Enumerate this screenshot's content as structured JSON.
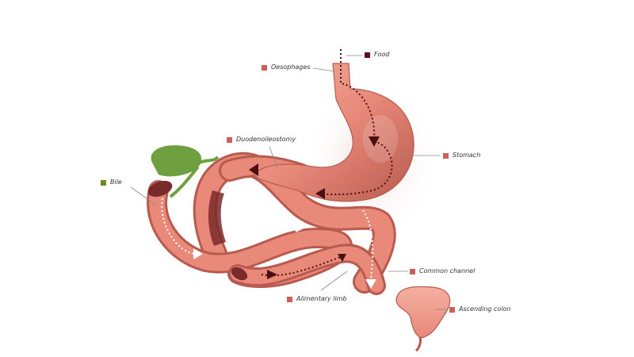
{
  "labels": {
    "food": {
      "text": "Food",
      "color": "#5a1515"
    },
    "oesophages": {
      "text": "Oesophages",
      "color": "#c9605a"
    },
    "duodenoileostomy": {
      "text": "Duodenoileostomy",
      "color": "#c9605a"
    },
    "stomach": {
      "text": "Stomach",
      "color": "#c9605a"
    },
    "bile": {
      "text": "Bile",
      "color": "#6b8e23"
    },
    "common_channel": {
      "text": "Common channel",
      "color": "#c9605a"
    },
    "alimentary_limb": {
      "text": "Alimentary limb",
      "color": "#c9605a"
    },
    "ascending_colon": {
      "text": "Ascending colon",
      "color": "#c9605a"
    }
  },
  "colors": {
    "tissue": "#e8897a",
    "tissue_light": "#f4b0a0",
    "tissue_dark": "#b85a4e",
    "lumen": "#7a2a2a",
    "gallbladder": "#6ea040",
    "flow_dark": "#4a0f0f",
    "flow_light": "#ffffff",
    "leader": "#888888"
  }
}
